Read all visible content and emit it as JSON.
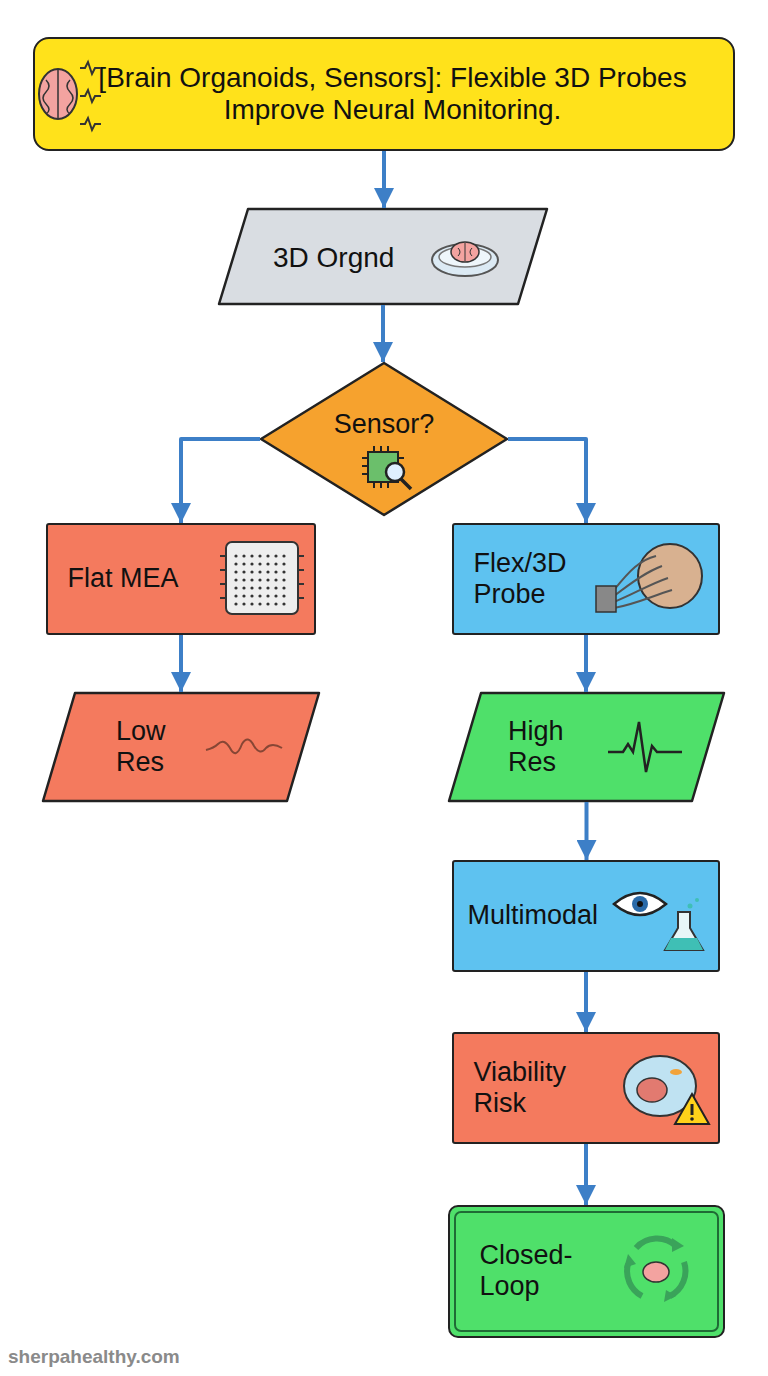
{
  "diagram": {
    "nodes": [
      {
        "text": [
          "[Brain Organoids, Sensors]: Flexible 3D Probes Improve Neural Monitoring."
        ]
      },
      {
        "text": [
          "3D Orgnd"
        ]
      },
      {
        "text": [
          "Sensor?"
        ]
      },
      {
        "text": [
          "Flat MEA"
        ]
      },
      {
        "text": [
          "Flex/3D Probe"
        ]
      },
      {
        "text": [
          "Low Res"
        ]
      },
      {
        "text": [
          "High Res"
        ]
      },
      {
        "text": [
          "Multimodal"
        ]
      },
      {
        "text": [
          "Viability Risk"
        ]
      },
      {
        "text": [
          "Closed-Loop"
        ]
      }
    ],
    "edges": [
      {
        "from": 0,
        "to": 1,
        "arrow": "to"
      },
      {
        "from": 1,
        "to": 2,
        "arrow": "to"
      },
      {
        "from": 2,
        "to": 3,
        "arrow": "to"
      },
      {
        "from": 2,
        "to": 4,
        "arrow": "to"
      },
      {
        "from": 3,
        "to": 5,
        "arrow": "to"
      },
      {
        "from": 4,
        "to": 6,
        "arrow": "to"
      },
      {
        "from": 6,
        "to": 7,
        "arrow": "to"
      },
      {
        "from": 7,
        "to": 8,
        "arrow": "to"
      },
      {
        "from": 8,
        "to": 9,
        "arrow": "to"
      }
    ],
    "labels": [
      "sherpahealthy.com"
    ]
  }
}
